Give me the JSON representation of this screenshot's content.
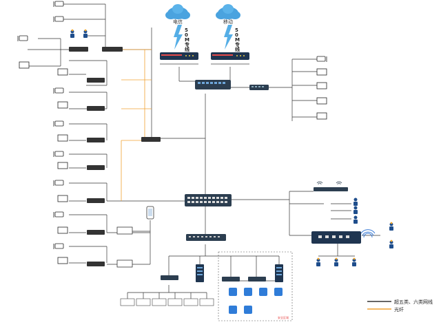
{
  "clouds": [
    {
      "id": "ct",
      "label": "电信",
      "bandwidth": "50M专线"
    },
    {
      "id": "cm",
      "label": "移动",
      "bandwidth": "50M专线"
    }
  ],
  "legend": {
    "copper": "超五类、六类网线",
    "fiber": "光纤"
  },
  "section_label": "安全区域",
  "colors": {
    "copper": "#333333",
    "fiber": "#f0a030",
    "cloud": "#4aa3df",
    "bolt": "#55aee6",
    "switch": "#2c3e50",
    "router": "#1f3550",
    "security_border": "#e84a4a"
  },
  "icons": {
    "cloud": "cloud-icon",
    "bolt": "lightning-icon",
    "router": "router-icon",
    "switch": "switch-icon",
    "camera": "camera-icon",
    "monitor": "monitor-icon",
    "user": "user-icon",
    "server": "server-icon",
    "wifi": "wifi-icon",
    "phone": "phone-icon",
    "security": "security-module-icon"
  }
}
